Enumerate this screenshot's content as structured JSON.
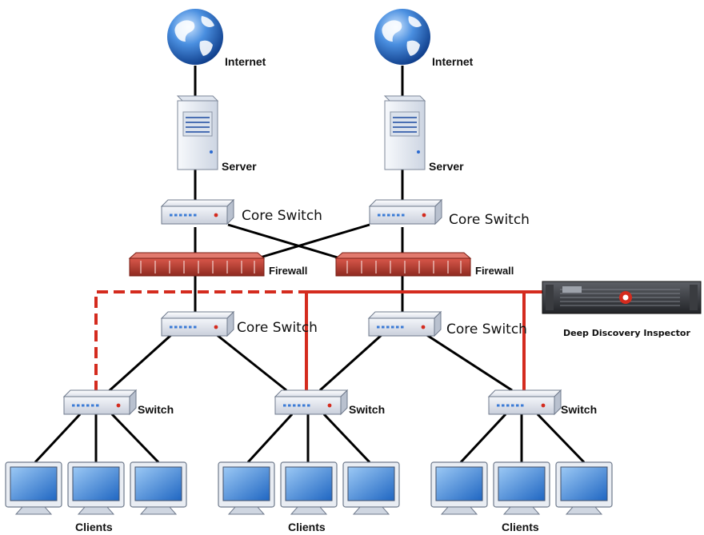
{
  "labels": {
    "internet_left": "Internet",
    "internet_right": "Internet",
    "server_left": "Server",
    "server_right": "Server",
    "core_switch_top_left": "Core Switch",
    "core_switch_top_right": "Core Switch",
    "firewall_left": "Firewall",
    "firewall_right": "Firewall",
    "core_switch_mid_left": "Core Switch",
    "core_switch_mid_right": "Core Switch",
    "switch_left": "Switch",
    "switch_mid": "Switch",
    "switch_right": "Switch",
    "clients_left": "Clients",
    "clients_mid": "Clients",
    "clients_right": "Clients",
    "appliance": "Deep Discovery Inspector"
  },
  "colors": {
    "link": "#000000",
    "monitor_link": "#d42b1e",
    "firewall": "#b5392b",
    "globe": "#1f63c0",
    "device_body": "#eef1f6",
    "screen": "#2f7fd3"
  },
  "icons": {
    "globe": "globe-icon",
    "server": "server-icon",
    "switch": "switch-icon",
    "firewall": "firewall-icon",
    "client": "monitor-icon",
    "appliance": "rack-appliance-icon"
  }
}
